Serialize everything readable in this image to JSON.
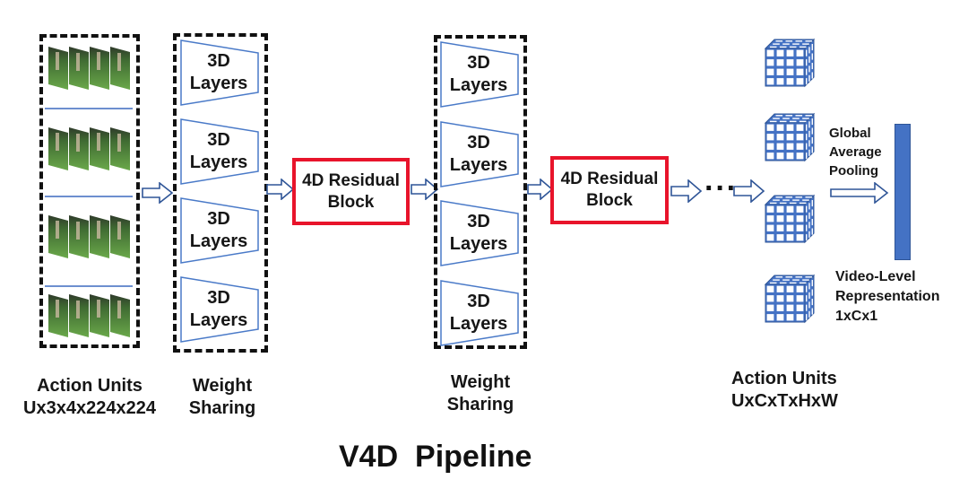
{
  "title": "V4D  Pipeline",
  "input_block": {
    "label_line1": "Action Units",
    "label_line2": "Ux3x4x224x224",
    "unit_count": 4,
    "frames_per_unit": 4
  },
  "weight_sharing_1": {
    "label_line1": "Weight",
    "label_line2": "Sharing",
    "layers": [
      {
        "line1": "3D",
        "line2": "Layers"
      },
      {
        "line1": "3D",
        "line2": "Layers"
      },
      {
        "line1": "3D",
        "line2": "Layers"
      },
      {
        "line1": "3D",
        "line2": "Layers"
      }
    ]
  },
  "residual_block_1": {
    "line1": "4D Residual",
    "line2": "Block"
  },
  "weight_sharing_2": {
    "label_line1": "Weight",
    "label_line2": "Sharing",
    "layers": [
      {
        "line1": "3D",
        "line2": "Layers"
      },
      {
        "line1": "3D",
        "line2": "Layers"
      },
      {
        "line1": "3D",
        "line2": "Layers"
      },
      {
        "line1": "3D",
        "line2": "Layers"
      }
    ]
  },
  "residual_block_2": {
    "line1": "4D Residual",
    "line2": "Block"
  },
  "ellipsis": "···",
  "output_units": {
    "label_line1": "Action Units",
    "label_line2": "UxCxTxHxW",
    "cube_count": 4
  },
  "pooling": {
    "line1": "Global",
    "line2": "Average",
    "line3": "Pooling"
  },
  "representation": {
    "line1": "Video-Level",
    "line2": "Representation",
    "line3": "1xCx1"
  },
  "colors": {
    "accent_blue": "#4472c4",
    "residual_red": "#e8142b",
    "dashed_border": "#111111",
    "grass_green": "#4f8f3a"
  }
}
